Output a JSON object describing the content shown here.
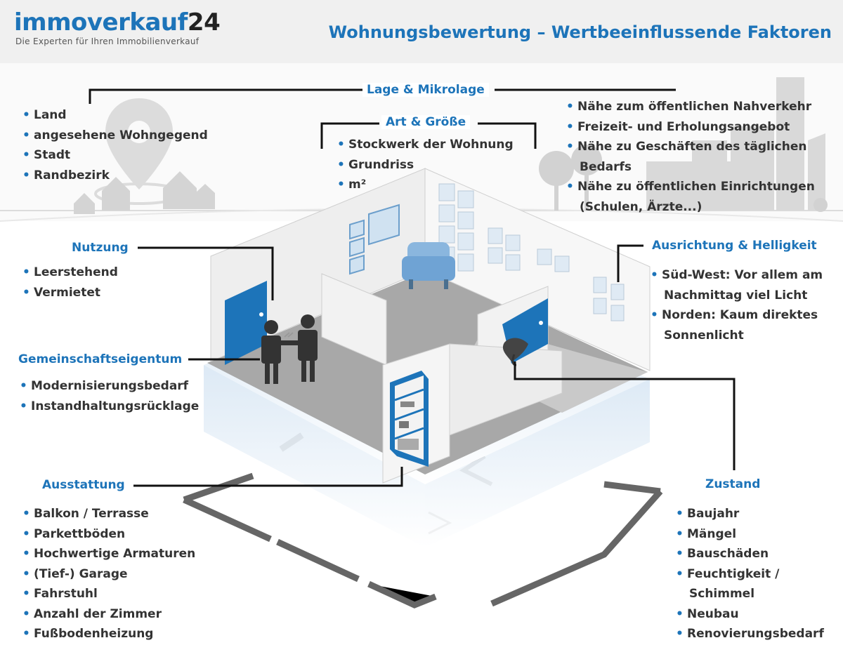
{
  "header": {
    "logo_main": "immoverkauf",
    "logo_num": "24",
    "logo_tagline": "Die Experten für Ihren Immobilienverkauf",
    "title": "Wohnungsbewertung – Wertbeeinflussende Faktoren"
  },
  "colors": {
    "accent": "#1d74b9",
    "text": "#333333",
    "line": "#111111"
  },
  "sections": {
    "lage": {
      "title": "Lage & Mikrolage",
      "left_items": [
        "Land",
        "angesehene Wohngegend",
        "Stadt",
        "Randbezirk"
      ],
      "right_items": [
        "Nähe zum öffentlichen Nahverkehr",
        "Freizeit- und Erholungsangebot",
        "Nähe zu Geschäften des täglichen",
        "Bedarfs",
        "Nähe zu öffentlichen Einrichtungen",
        "(Schulen, Ärzte...)"
      ]
    },
    "art": {
      "title": "Art & Größe",
      "items": [
        "Stockwerk der Wohnung",
        "Grundriss",
        "m²"
      ]
    },
    "nutzung": {
      "title": "Nutzung",
      "items": [
        "Leerstehend",
        "Vermietet"
      ]
    },
    "gemein": {
      "title": "Gemeinschaftseigentum",
      "items": [
        "Modernisierungsbedarf",
        "Instandhaltungsrücklage"
      ]
    },
    "ausrichtung": {
      "title": "Ausrichtung & Helligkeit",
      "items": [
        "Süd-West: Vor allem am",
        "Nachmittag viel Licht",
        "Norden: Kaum direktes",
        "Sonnenlicht"
      ]
    },
    "ausstattung": {
      "title": "Ausstattung",
      "items": [
        "Balkon / Terrasse",
        "Parkettböden",
        "Hochwertige Armaturen",
        "(Tief-) Garage",
        "Fahrstuhl",
        "Anzahl der Zimmer",
        "Fußbodenheizung"
      ]
    },
    "zustand": {
      "title": "Zustand",
      "items": [
        "Baujahr",
        "Mängel",
        "Bauschäden",
        "Feuchtigkeit /",
        "Schimmel",
        "Neubau",
        "Renovierungsbedarf"
      ]
    }
  },
  "icons": [
    "location-pin-icon",
    "house-icon",
    "tree-icon",
    "city-building-icon",
    "armchair-icon",
    "door-icon",
    "window-icon",
    "picture-frame-icon",
    "bookshelf-icon",
    "people-handshake-icon",
    "key-icon",
    "water-damage-icon"
  ]
}
